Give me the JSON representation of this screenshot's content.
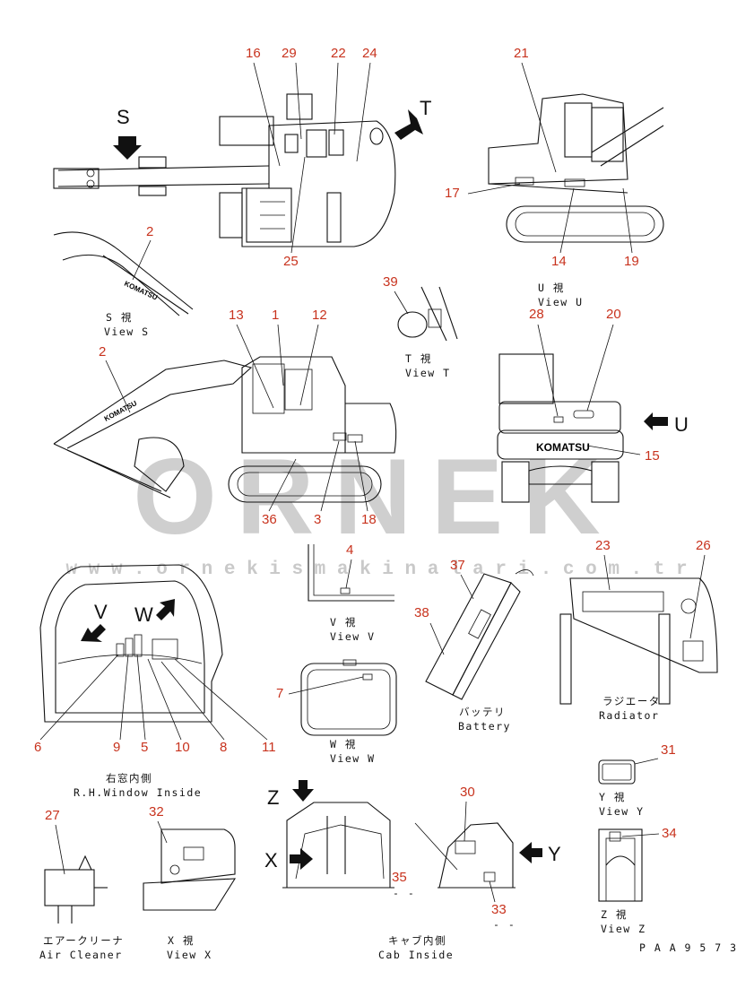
{
  "watermark": {
    "brand": "ORNEK",
    "url": "w w w . o r n e k i s m a k i n a l a r i . c o m . t r"
  },
  "doc_code": "P A A 9 5 7 3",
  "view_letters": {
    "S": "S",
    "T": "T",
    "U": "U",
    "V": "V",
    "W": "W",
    "X": "X",
    "Y": "Y",
    "Z": "Z"
  },
  "captions": {
    "view_s_jp": "S 視",
    "view_s_en": "View S",
    "view_t_jp": "T 視",
    "view_t_en": "View T",
    "view_u_jp": "U 視",
    "view_u_en": "View U",
    "view_v_jp": "V 視",
    "view_v_en": "View V",
    "view_w_jp": "W 視",
    "view_w_en": "View W",
    "battery_jp": "バッテリ",
    "battery_en": "Battery",
    "radiator_jp": "ラジエータ",
    "radiator_en": "Radiator",
    "window_jp": "右窓内側",
    "window_en": "R.H.Window Inside",
    "air_jp": "エアークリーナ",
    "air_en": "Air Cleaner",
    "view_x_jp": "X 視",
    "view_x_en": "View X",
    "cab_jp": "キャブ内側",
    "cab_en": "Cab Inside",
    "view_y_jp": "Y 視",
    "view_y_en": "View Y",
    "view_z_jp": "Z 視",
    "view_z_en": "View Z",
    "dash1": "- -",
    "dash2": "- -"
  },
  "brand_decal": "KOMATSU",
  "callouts": {
    "c1": "1",
    "c2a": "2",
    "c2b": "2",
    "c3": "3",
    "c4": "4",
    "c5": "5",
    "c6": "6",
    "c7": "7",
    "c8": "8",
    "c9": "9",
    "c10": "10",
    "c11": "11",
    "c12": "12",
    "c13": "13",
    "c14": "14",
    "c15": "15",
    "c16": "16",
    "c17": "17",
    "c18": "18",
    "c19": "19",
    "c20": "20",
    "c21": "21",
    "c22": "22",
    "c23": "23",
    "c24": "24",
    "c25": "25",
    "c26": "26",
    "c27": "27",
    "c28": "28",
    "c29": "29",
    "c30": "30",
    "c31": "31",
    "c32": "32",
    "c33": "33",
    "c34": "34",
    "c35": "35",
    "c36": "36",
    "c37": "37",
    "c38": "38",
    "c39": "39"
  },
  "colors": {
    "callout": "#c8331e",
    "line": "#111111",
    "watermark": "#cfcfcf"
  }
}
